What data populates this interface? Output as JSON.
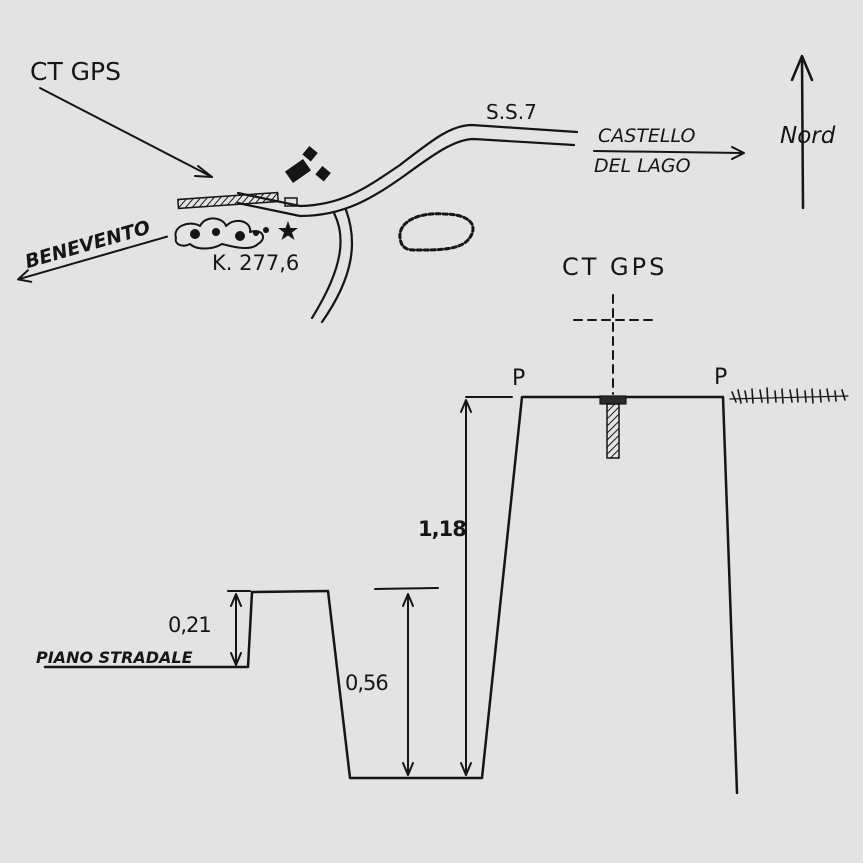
{
  "map": {
    "marker_label": "CT GPS",
    "road_label": "S.S.7",
    "destination_east_line1": "CASTELLO",
    "destination_east_line2": "DEL LAGO",
    "destination_west": "BENEVENTO",
    "km_marker": "K. 277,6",
    "north_label": "Nord"
  },
  "profile": {
    "marker_label": "CT GPS",
    "post_left_label": "P",
    "post_right_label": "P",
    "height_total": "1,18",
    "height_kerb": "0,21",
    "depth_ditch": "0,56",
    "road_level_label": "PIANO STRADALE"
  },
  "icons": [
    "north-arrow-icon",
    "arrow-icon",
    "star-icon",
    "benchmark-icon",
    "grass-icon"
  ],
  "colors": {
    "paper": "#e3e3e3",
    "ink": "#151515"
  }
}
